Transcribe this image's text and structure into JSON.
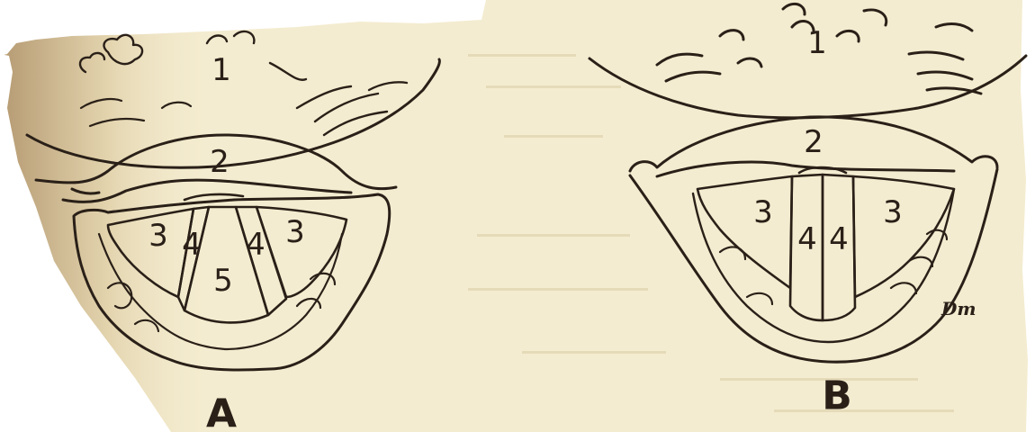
{
  "figure_a": {
    "panel_label": "A",
    "labels": {
      "l1": "1",
      "l2": "2",
      "l3_left": "3",
      "l3_right": "3",
      "l4_left": "4",
      "l4_right": "4",
      "l5": "5"
    }
  },
  "figure_b": {
    "panel_label": "B",
    "labels": {
      "l1": "1",
      "l2": "2",
      "l3_left": "3",
      "l3_right": "3",
      "l4_left": "4",
      "l4_right": "4"
    },
    "signature": "Dm"
  },
  "colors": {
    "paper": "#f4ecd0",
    "ink": "#2a2018",
    "shadow": "#c8b48a"
  }
}
